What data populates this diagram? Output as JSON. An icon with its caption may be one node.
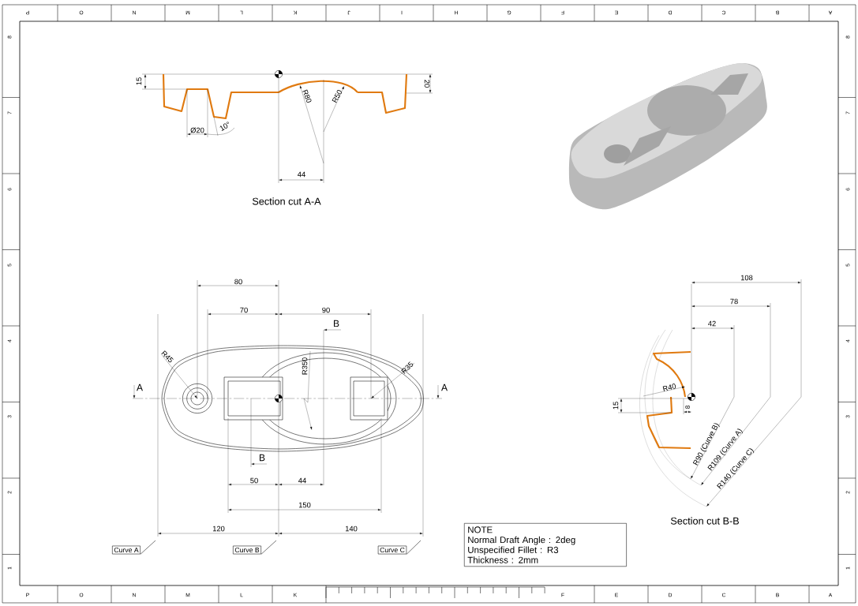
{
  "diagram": {
    "nodes": [
      {
        "text": [
          "Curve A"
        ]
      },
      {
        "text": [
          "Curve B"
        ]
      },
      {
        "text": [
          "Curve C"
        ]
      },
      {
        "text": [
          "NOTE",
          "Normal Draft Angle : 2deg",
          "Unspecified Fillet : R3",
          "Thickness : 2mm"
        ]
      }
    ],
    "edges": [
      {
        "from": 0,
        "to": null,
        "arrow": "none"
      },
      {
        "from": 1,
        "to": null,
        "arrow": "none"
      },
      {
        "from": 2,
        "to": null,
        "arrow": "none"
      }
    ],
    "labels": [
      "P",
      "O",
      "N",
      "M",
      "L",
      "K",
      "J",
      "I",
      "H",
      "G",
      "F",
      "E",
      "D",
      "C",
      "B",
      "A",
      "8",
      "7",
      "6",
      "5",
      "4",
      "3",
      "2",
      "1",
      "8",
      "7",
      "6",
      "5",
      "4",
      "3",
      "2",
      "1",
      "15",
      "20",
      "R80",
      "R50",
      "Ø20",
      "10°",
      "44",
      "Section cut A-A",
      "80",
      "70",
      "90",
      "B",
      "R45",
      "R350",
      "R35",
      "A",
      "A",
      "B",
      "50",
      "44",
      "150",
      "120",
      "140",
      "108",
      "78",
      "42",
      "R40",
      "15",
      "8",
      "R90 (Curve B)",
      "R109 (Curve A)",
      "R140 (Curve C)",
      "Section cut B-B",
      "P",
      "O",
      "N",
      "M",
      "L",
      "K",
      "F",
      "E",
      "D",
      "C",
      "B",
      "A"
    ]
  }
}
